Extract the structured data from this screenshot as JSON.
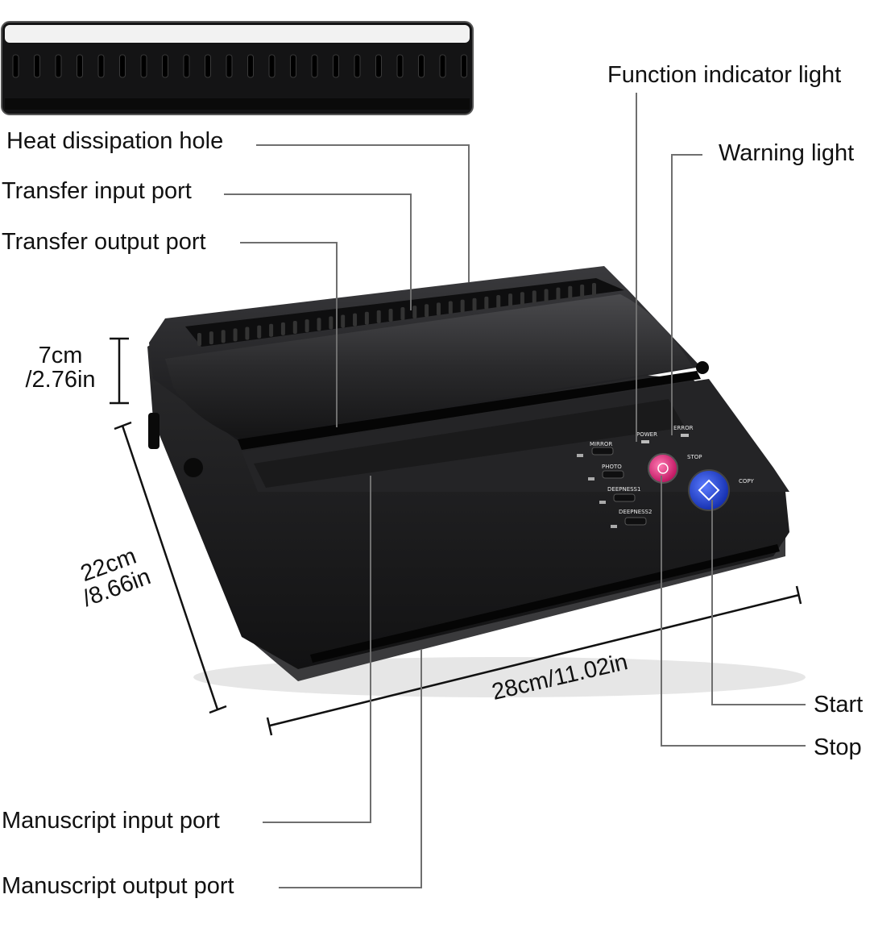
{
  "callouts": {
    "heat_dissipation_hole": "Heat dissipation hole",
    "transfer_input_port": "Transfer input port",
    "transfer_output_port": "Transfer output port",
    "function_indicator_light": "Function indicator light",
    "warning_light": "Warning light",
    "start": "Start",
    "stop": "Stop",
    "manuscript_input_port": "Manuscript input port",
    "manuscript_output_port": "Manuscript output port"
  },
  "dimensions": {
    "height_cm": "7cm",
    "height_in": "/2.76in",
    "depth_cm": "22cm",
    "depth_in": "/8.66in",
    "width": "28cm/11.02in"
  },
  "panel": {
    "power": "POWER",
    "error": "ERROR",
    "mirror": "MIRROR",
    "photo": "PHOTO",
    "deepness1": "DEEPNESS1",
    "deepness2": "DEEPNESS2",
    "stop": "STOP",
    "copy": "COPY"
  },
  "colors": {
    "body": "#1c1c1e",
    "stop_button": "#e0287a",
    "start_button": "#1f3fd6",
    "leader_line": "#6f6f6f"
  }
}
